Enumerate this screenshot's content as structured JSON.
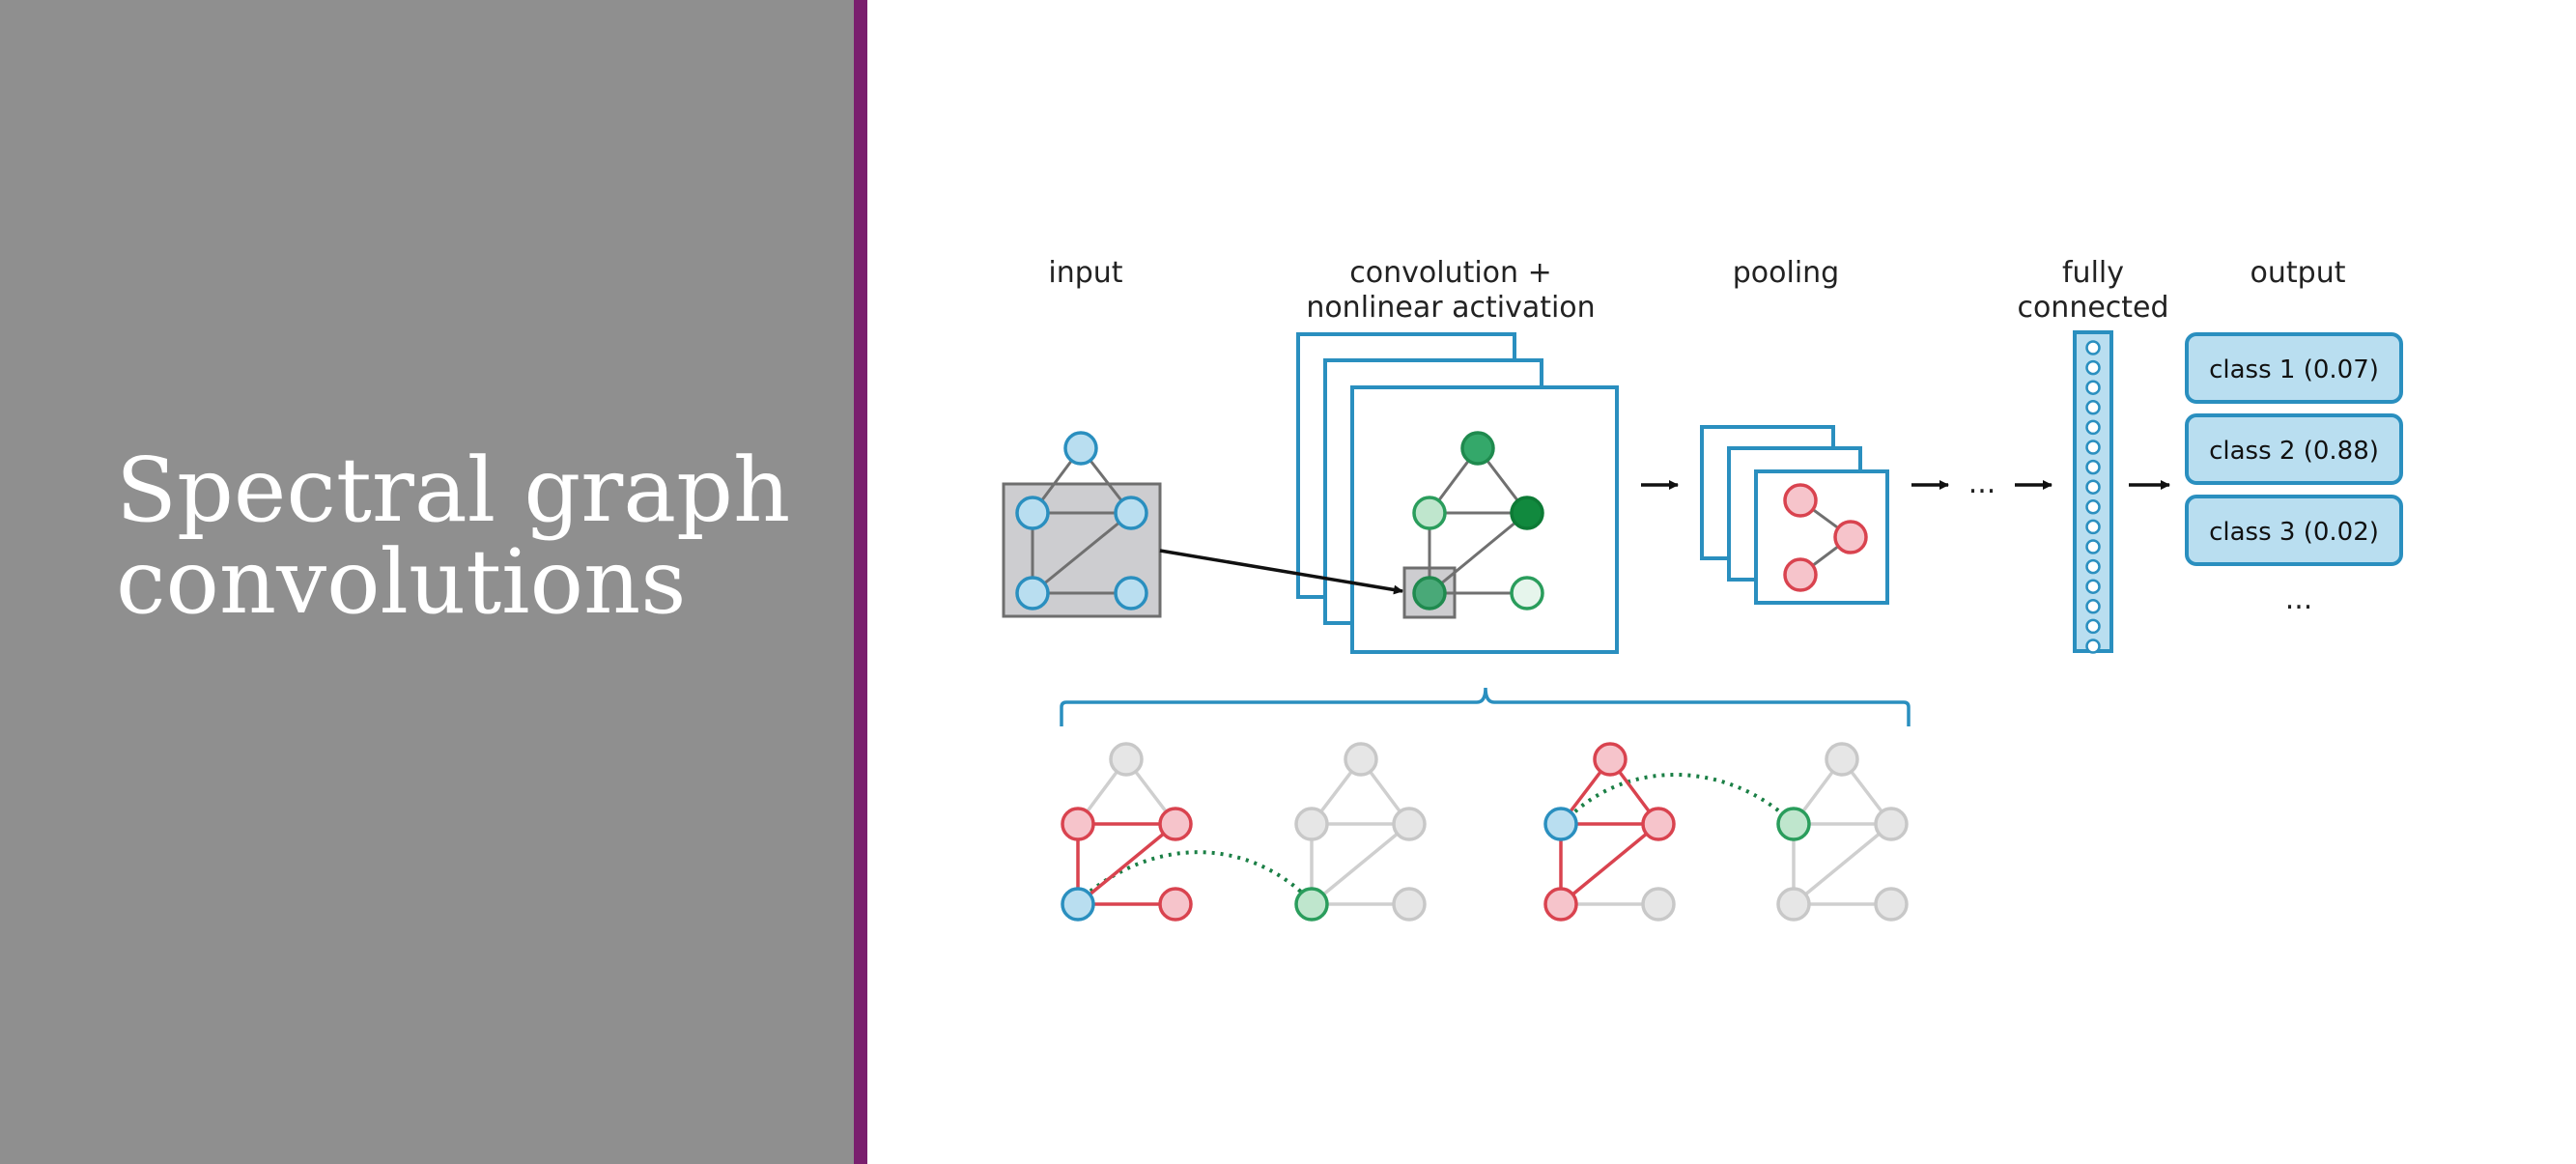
{
  "slide": {
    "title_line1": "Spectral graph",
    "title_line2": "convolutions"
  },
  "diagram": {
    "stages": {
      "input": "input",
      "conv_line1": "convolution +",
      "conv_line2": "nonlinear activation",
      "pooling": "pooling",
      "fc_line1": "fully",
      "fc_line2": "connected",
      "output": "output"
    },
    "ellipsis": "...",
    "output_ellipsis": "...",
    "classes": [
      "class 1 (0.07)",
      "class 2 (0.88)",
      "class 3 (0.02)"
    ]
  },
  "colors": {
    "left_panel": "#8f8f8f",
    "accent_bar": "#7a1f6e",
    "blue": "#2a8fbf",
    "red": "#d9434f",
    "green": "#2a9d5c",
    "gray": "#cfcfcf"
  }
}
